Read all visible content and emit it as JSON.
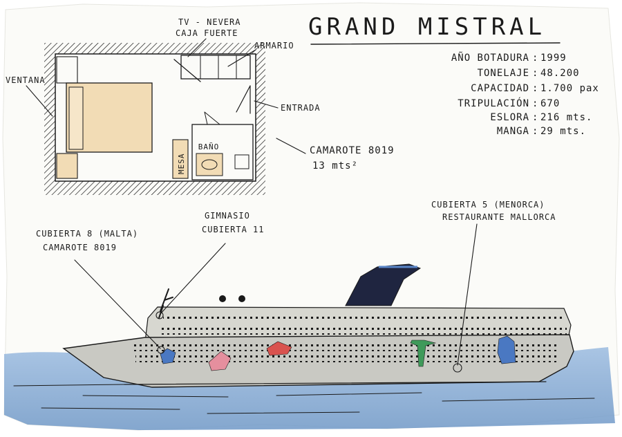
{
  "title": "GRAND MISTRAL",
  "specs": [
    {
      "label": "AÑO BOTADURA",
      "value": "1999"
    },
    {
      "label": "TONELAJE",
      "value": "48.200"
    },
    {
      "label": "CAPACIDAD",
      "value": "1.700 pax"
    },
    {
      "label": "TRIPULACIÓN",
      "value": "670"
    },
    {
      "label": "ESLORA",
      "value": "216 mts."
    },
    {
      "label": "MANGA",
      "value": "29 mts."
    }
  ],
  "floorplan": {
    "tv_nevera": "TV - NEVERA",
    "caja_fuerte": "CAJA FUERTE",
    "armario": "ARMARIO",
    "ventana": "VENTANA",
    "entrada": "ENTRADA",
    "bano": "BAÑO",
    "mesa": "MESA",
    "cabin_name": "CAMAROTE 8019",
    "cabin_area": "13 mts²"
  },
  "callouts": {
    "deck8_line1": "CUBIERTA 8 (MALTA)",
    "deck8_line2": "CAMAROTE 8019",
    "gym_line1": "GIMNASIO",
    "gym_line2": "CUBIERTA 11",
    "deck5_line1": "CUBIERTA 5 (MENORCA)",
    "deck5_line2": "RESTAURANTE MALLORCA"
  },
  "colors": {
    "paper": "#fbfbf8",
    "sea": "#7fa6cf",
    "hull": "#c9c9c3",
    "funnel": "#1f2540",
    "bed": "#f2dcb5"
  }
}
